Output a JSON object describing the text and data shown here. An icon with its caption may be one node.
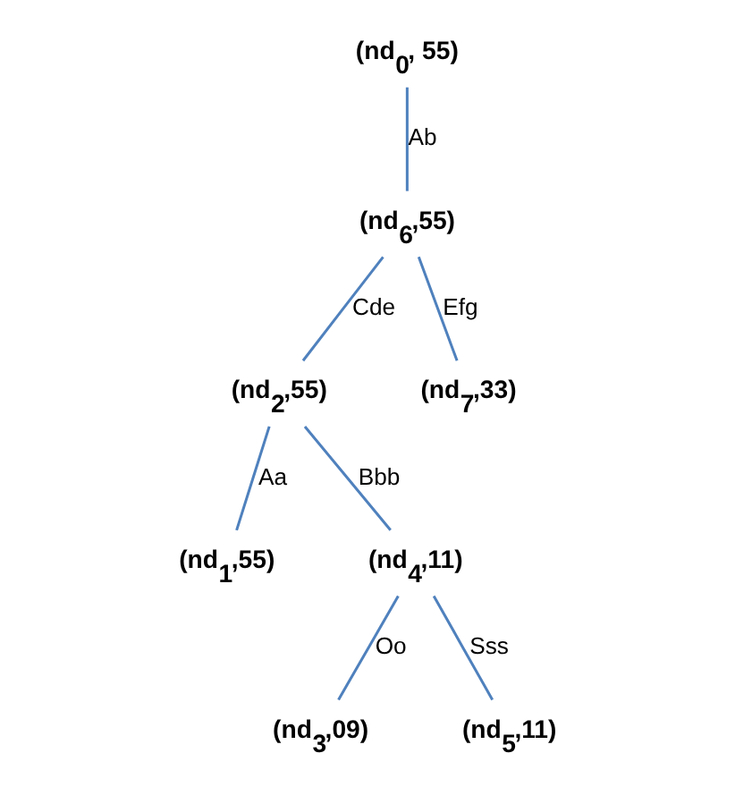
{
  "diagram": {
    "nodes": [
      {
        "text": [
          "(nd$_{0}$, 55)"
        ]
      },
      {
        "text": [
          "(nd$_{6}$,55)"
        ]
      },
      {
        "text": [
          "(nd$_{2}$,55)"
        ]
      },
      {
        "text": [
          "(nd$_{7}$,33)"
        ]
      },
      {
        "text": [
          "(nd$_{1}$,55)"
        ]
      },
      {
        "text": [
          "(nd$_{4}$,11)"
        ]
      },
      {
        "text": [
          "(nd$_{3}$,09)"
        ]
      },
      {
        "text": [
          "(nd$_{5}$,11)"
        ]
      }
    ],
    "edges": [
      {
        "from": 0,
        "to": 1,
        "arrow": "none",
        "label": "Ab"
      },
      {
        "from": 1,
        "to": 2,
        "arrow": "none",
        "label": "Cde"
      },
      {
        "from": 1,
        "to": 3,
        "arrow": "none",
        "label": "Efg"
      },
      {
        "from": 2,
        "to": 4,
        "arrow": "none",
        "label": "Aa"
      },
      {
        "from": 2,
        "to": 5,
        "arrow": "none",
        "label": "Bbb"
      },
      {
        "from": 5,
        "to": 6,
        "arrow": "none",
        "label": "Oo"
      },
      {
        "from": 5,
        "to": 7,
        "arrow": "none",
        "label": "Sss"
      }
    ]
  }
}
